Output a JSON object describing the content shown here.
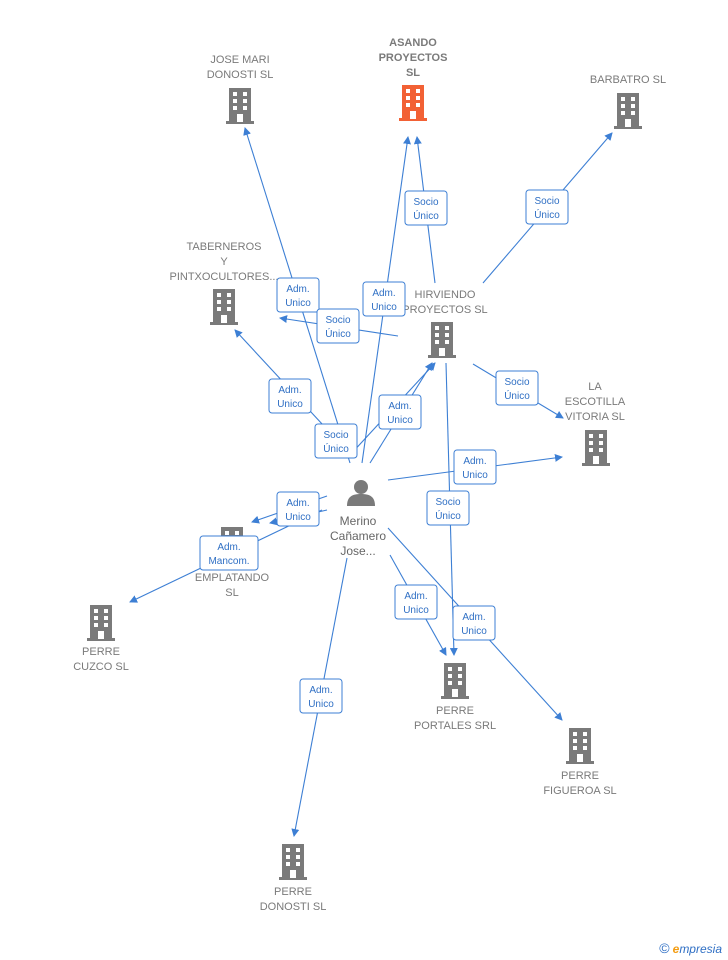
{
  "colors": {
    "company": "#7a7a7a",
    "highlight": "#f26135",
    "edge": "#3d7fd4",
    "person": "#7a7a7a"
  },
  "icons": {
    "company": "building-icon",
    "person": "person-icon"
  },
  "center": {
    "lines": [
      "Merino",
      "Cañamero",
      "Jose..."
    ]
  },
  "companies": [
    {
      "id": "asando",
      "lines": [
        "ASANDO",
        "PROYECTOS",
        "SL"
      ],
      "highlight": true
    },
    {
      "id": "josemari",
      "lines": [
        "JOSE MARI",
        "DONOSTI  SL"
      ]
    },
    {
      "id": "barbatro",
      "lines": [
        "BARBATRO  SL"
      ]
    },
    {
      "id": "taberneros",
      "lines": [
        "TABERNEROS",
        "Y",
        "PINTXOCULTORES..."
      ]
    },
    {
      "id": "hirviendo",
      "lines": [
        "HIRVIENDO",
        "PROYECTOS SL"
      ]
    },
    {
      "id": "escotilla",
      "lines": [
        "LA",
        "ESCOTILLA",
        "VITORIA  SL"
      ]
    },
    {
      "id": "emplatando",
      "lines": [
        "EMPLATANDO",
        "SL"
      ]
    },
    {
      "id": "cuzco",
      "lines": [
        "PERRE",
        "CUZCO  SL"
      ]
    },
    {
      "id": "portales",
      "lines": [
        "PERRE",
        "PORTALES SRL"
      ]
    },
    {
      "id": "figueroa",
      "lines": [
        "PERRE",
        "FIGUEROA  SL"
      ]
    },
    {
      "id": "donosti",
      "lines": [
        "PERRE",
        "DONOSTI  SL"
      ]
    }
  ],
  "relations": [
    {
      "id": "r1",
      "lines": [
        "Adm.",
        "Unico"
      ]
    },
    {
      "id": "r2",
      "lines": [
        "Socio",
        "Único"
      ]
    },
    {
      "id": "r3",
      "lines": [
        "Adm.",
        "Unico"
      ]
    },
    {
      "id": "r4",
      "lines": [
        "Socio",
        "Único"
      ]
    },
    {
      "id": "r5",
      "lines": [
        "Socio",
        "Único"
      ]
    },
    {
      "id": "r6",
      "lines": [
        "Adm.",
        "Unico"
      ]
    },
    {
      "id": "r7",
      "lines": [
        "Adm.",
        "Unico"
      ]
    },
    {
      "id": "r8",
      "lines": [
        "Socio",
        "Único"
      ]
    },
    {
      "id": "r9",
      "lines": [
        "Socio",
        "Único"
      ]
    },
    {
      "id": "r10",
      "lines": [
        "Adm.",
        "Unico"
      ]
    },
    {
      "id": "r11",
      "lines": [
        "Adm.",
        "Unico"
      ]
    },
    {
      "id": "r12",
      "lines": [
        "Socio",
        "Único"
      ]
    },
    {
      "id": "r13",
      "lines": [
        "Adm.",
        "Mancom."
      ]
    },
    {
      "id": "r14",
      "lines": [
        "Adm.",
        "Unico"
      ]
    },
    {
      "id": "r15",
      "lines": [
        "Adm.",
        "Unico"
      ]
    },
    {
      "id": "r16",
      "lines": [
        "Adm.",
        "Unico"
      ]
    }
  ],
  "brand": {
    "symbol": "©",
    "initial": "e",
    "rest": "mpresia"
  }
}
